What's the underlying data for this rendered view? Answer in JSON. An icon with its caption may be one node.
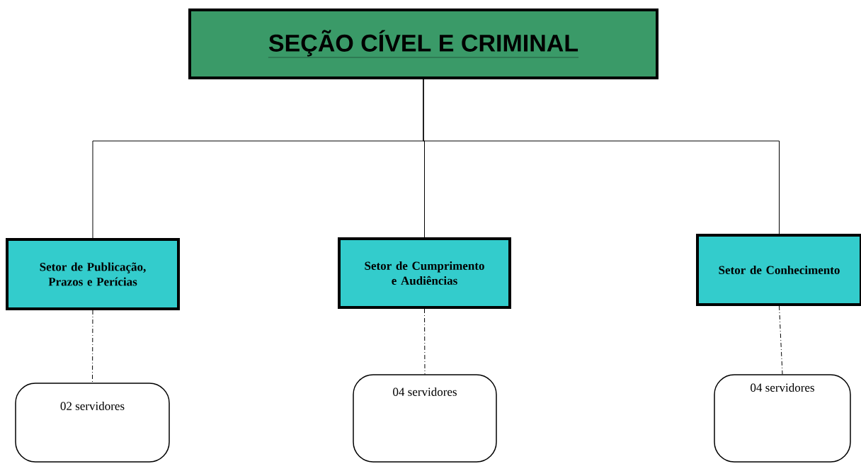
{
  "diagram": {
    "nodes": [
      {
        "text": [
          "SEÇÃO CÍVEL E CRIMINAL"
        ]
      },
      {
        "text": [
          "Setor de Publicação, Prazos e Perícias"
        ]
      },
      {
        "text": [
          "Setor de Cumprimento e Audiências"
        ]
      },
      {
        "text": [
          "Setor de Conhecimento"
        ]
      },
      {
        "text": [
          "02 servidores"
        ]
      },
      {
        "text": [
          "04 servidores"
        ]
      },
      {
        "text": [
          "04 servidores"
        ]
      }
    ],
    "edges": [
      {
        "from": 0,
        "to": 1,
        "arrow": "none"
      },
      {
        "from": 0,
        "to": 2,
        "arrow": "none"
      },
      {
        "from": 0,
        "to": 3,
        "arrow": "none"
      },
      {
        "from": 1,
        "to": 4,
        "arrow": "none",
        "style": "dashed"
      },
      {
        "from": 2,
        "to": 5,
        "arrow": "none",
        "style": "dashed"
      },
      {
        "from": 3,
        "to": 6,
        "arrow": "none",
        "style": "dashed"
      }
    ]
  }
}
